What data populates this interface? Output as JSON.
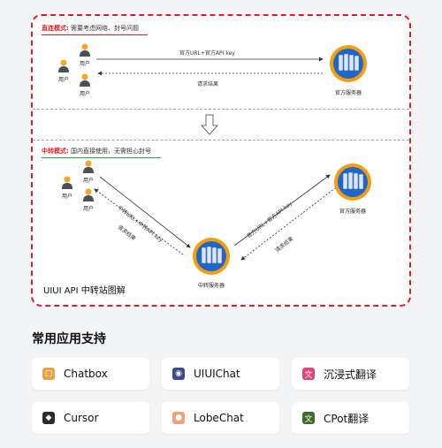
{
  "diagram": {
    "direct": {
      "mode_label": "直连模式:",
      "mode_desc": "需要考虑网络、封号问题",
      "request_label": "官方URL+官方API key",
      "response_label": "请求结果",
      "server_label": "官方服务器"
    },
    "relay": {
      "mode_label": "中转模式:",
      "mode_desc": "国内直接使用，无需担心封号",
      "request_label_left": "中转URL+中转API key",
      "response_label_left": "请求结果",
      "request_label_right": "官方URL+官方API key",
      "response_label_right": "请求结果",
      "official_server_label": "官方服务器",
      "relay_server_label": "中转服务器"
    },
    "user_label": "用户",
    "caption": "UIUI API 中转站图解",
    "colors": {
      "border": "#e11d2a",
      "direct_accent": "#e11d2a",
      "relay_accent": "#16a34a",
      "user_head": "#f5a623",
      "user_body": "#4a4f5a",
      "server_ring": "#f59e0b",
      "server_core": "#1e66c8"
    }
  },
  "section_title": "常用应用支持",
  "apps": [
    {
      "name": "Chatbox",
      "icon": "chatbox-icon",
      "color": "#e7a34a"
    },
    {
      "name": "UIUIChat",
      "icon": "uiuichat-icon",
      "color": "#3b4a8c"
    },
    {
      "name": "沉浸式翻译",
      "icon": "immersive-translate-icon",
      "color": "#e0457b"
    },
    {
      "name": "Cursor",
      "icon": "cursor-icon",
      "color": "#2b2b2b"
    },
    {
      "name": "LobeChat",
      "icon": "lobechat-icon",
      "color": "#f0a07a"
    },
    {
      "name": "CPot翻译",
      "icon": "cpot-translate-icon",
      "color": "#3f6b2c"
    }
  ]
}
